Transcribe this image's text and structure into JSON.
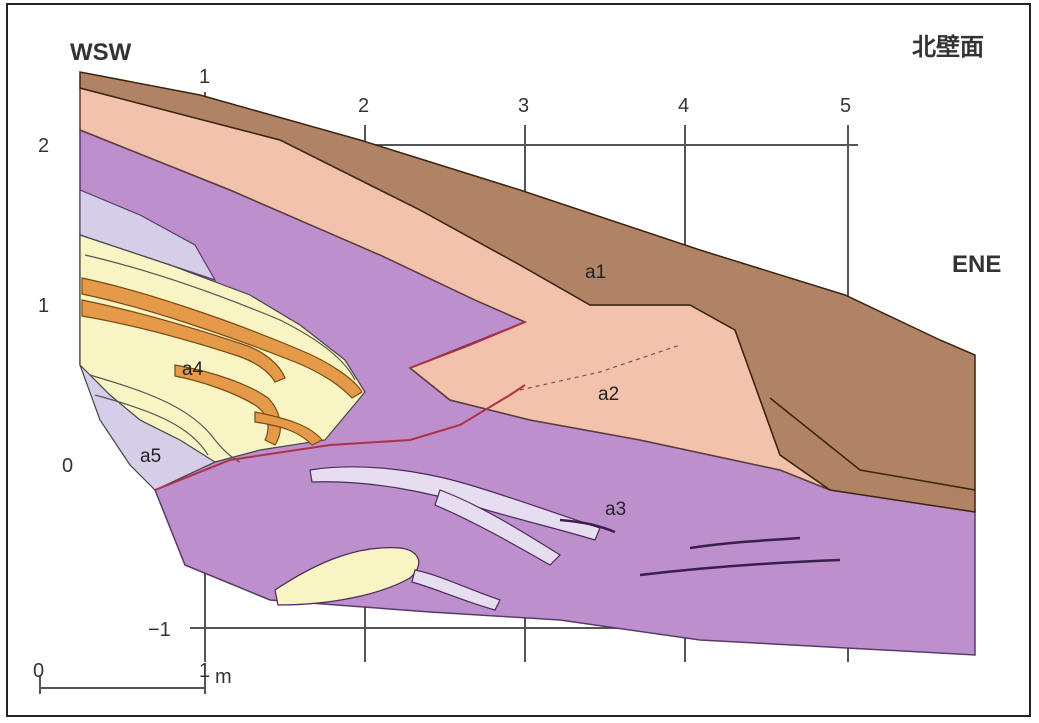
{
  "labels": {
    "west": "WSW",
    "east": "ENE",
    "wall": "北壁面"
  },
  "x_ticks": [
    "1",
    "2",
    "3",
    "4",
    "5"
  ],
  "y_ticks": [
    "2",
    "1",
    "0",
    "−1"
  ],
  "units": [
    "a1",
    "a2",
    "a3",
    "a4",
    "a5"
  ],
  "scale_bar": {
    "start": "0",
    "end": "1",
    "unit": "m"
  },
  "colors": {
    "a1": "#b08364",
    "a2": "#f3c2ac",
    "a3": "#bd8fcc",
    "a4": "#f8f4c4",
    "a5": "#d6cde8",
    "orange_band": "#e59a4a"
  }
}
